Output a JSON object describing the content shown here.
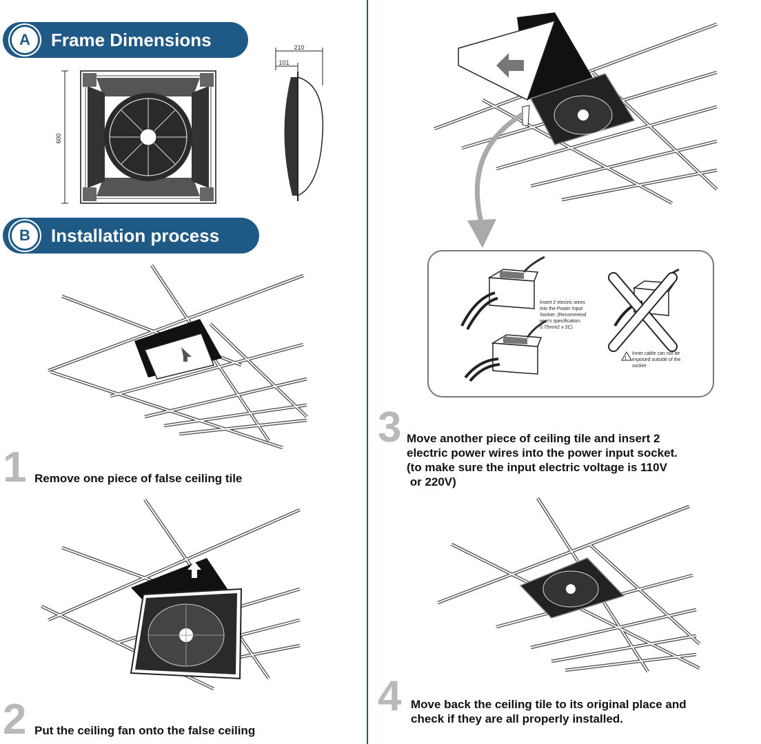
{
  "section_a": {
    "badge": "A",
    "title": "Frame Dimensions"
  },
  "section_b": {
    "badge": "B",
    "title": "Installation process"
  },
  "dimensions": {
    "height": "600",
    "depth_total": "210",
    "depth_partial": "101"
  },
  "steps": [
    {
      "number": "1",
      "text": "Remove one piece of false ceiling tile"
    },
    {
      "number": "2",
      "text": "Put the ceiling fan onto the false ceiling"
    },
    {
      "number": "3",
      "lines": [
        "Move another piece of ceiling tile and insert 2",
        "electric power wires into the power input socket.",
        "(to make sure the input electric voltage is 110V",
        " or 220V)"
      ]
    },
    {
      "number": "4",
      "lines": [
        "Move back the ceiling tile to its original place and",
        "check if they are all properly installed."
      ]
    }
  ],
  "wiring_notes": {
    "insert": [
      "Insert 2 electric wires",
      "into the Power Input",
      "Socket. (Recommend",
      "wire's specification:",
      "0.75mm2 x 2C)"
    ],
    "warning": [
      "Inner cable can not be",
      "exposed outside of the",
      "socket"
    ]
  },
  "colors": {
    "brand": "#1f5a86",
    "step_number": "#b9b9b9",
    "arrow_gray": "#aaaaaa"
  }
}
